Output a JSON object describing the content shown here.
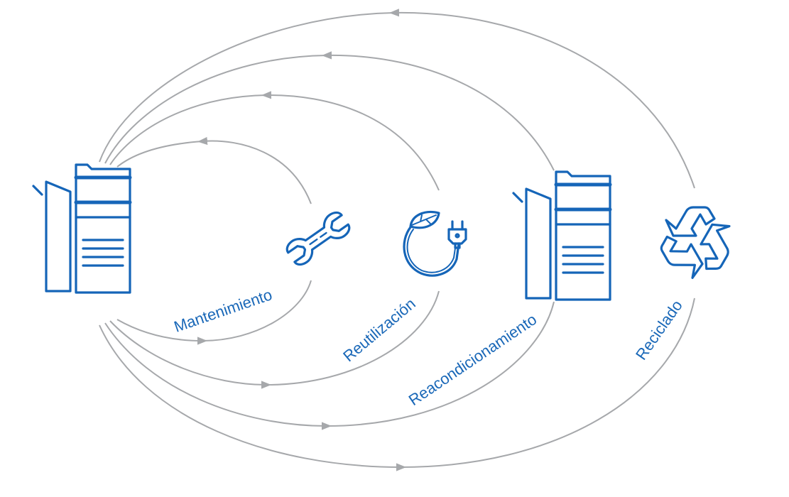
{
  "diagram": {
    "title": "",
    "colors": {
      "icon": "#1565b8",
      "arrow": "#a6a8ab",
      "label": "#1a68b8"
    },
    "source": {
      "icon": "printer-icon"
    },
    "loops": [
      {
        "label": "Mantenimiento",
        "icon": "wrench-icon"
      },
      {
        "label": "Reutilización",
        "icon": "leaf-plug-icon"
      },
      {
        "label": "Reacondicionamiento",
        "icon": "printer-icon"
      },
      {
        "label": "Reciclado",
        "icon": "recycle-icon"
      }
    ]
  }
}
